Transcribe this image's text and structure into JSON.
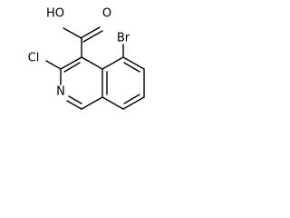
{
  "molecule": {
    "atoms": {
      "carboxyl_oh": "HO",
      "carbonyl_o": "O",
      "bromine": "Br",
      "chlorine": "Cl",
      "nitrogen": "N"
    }
  }
}
